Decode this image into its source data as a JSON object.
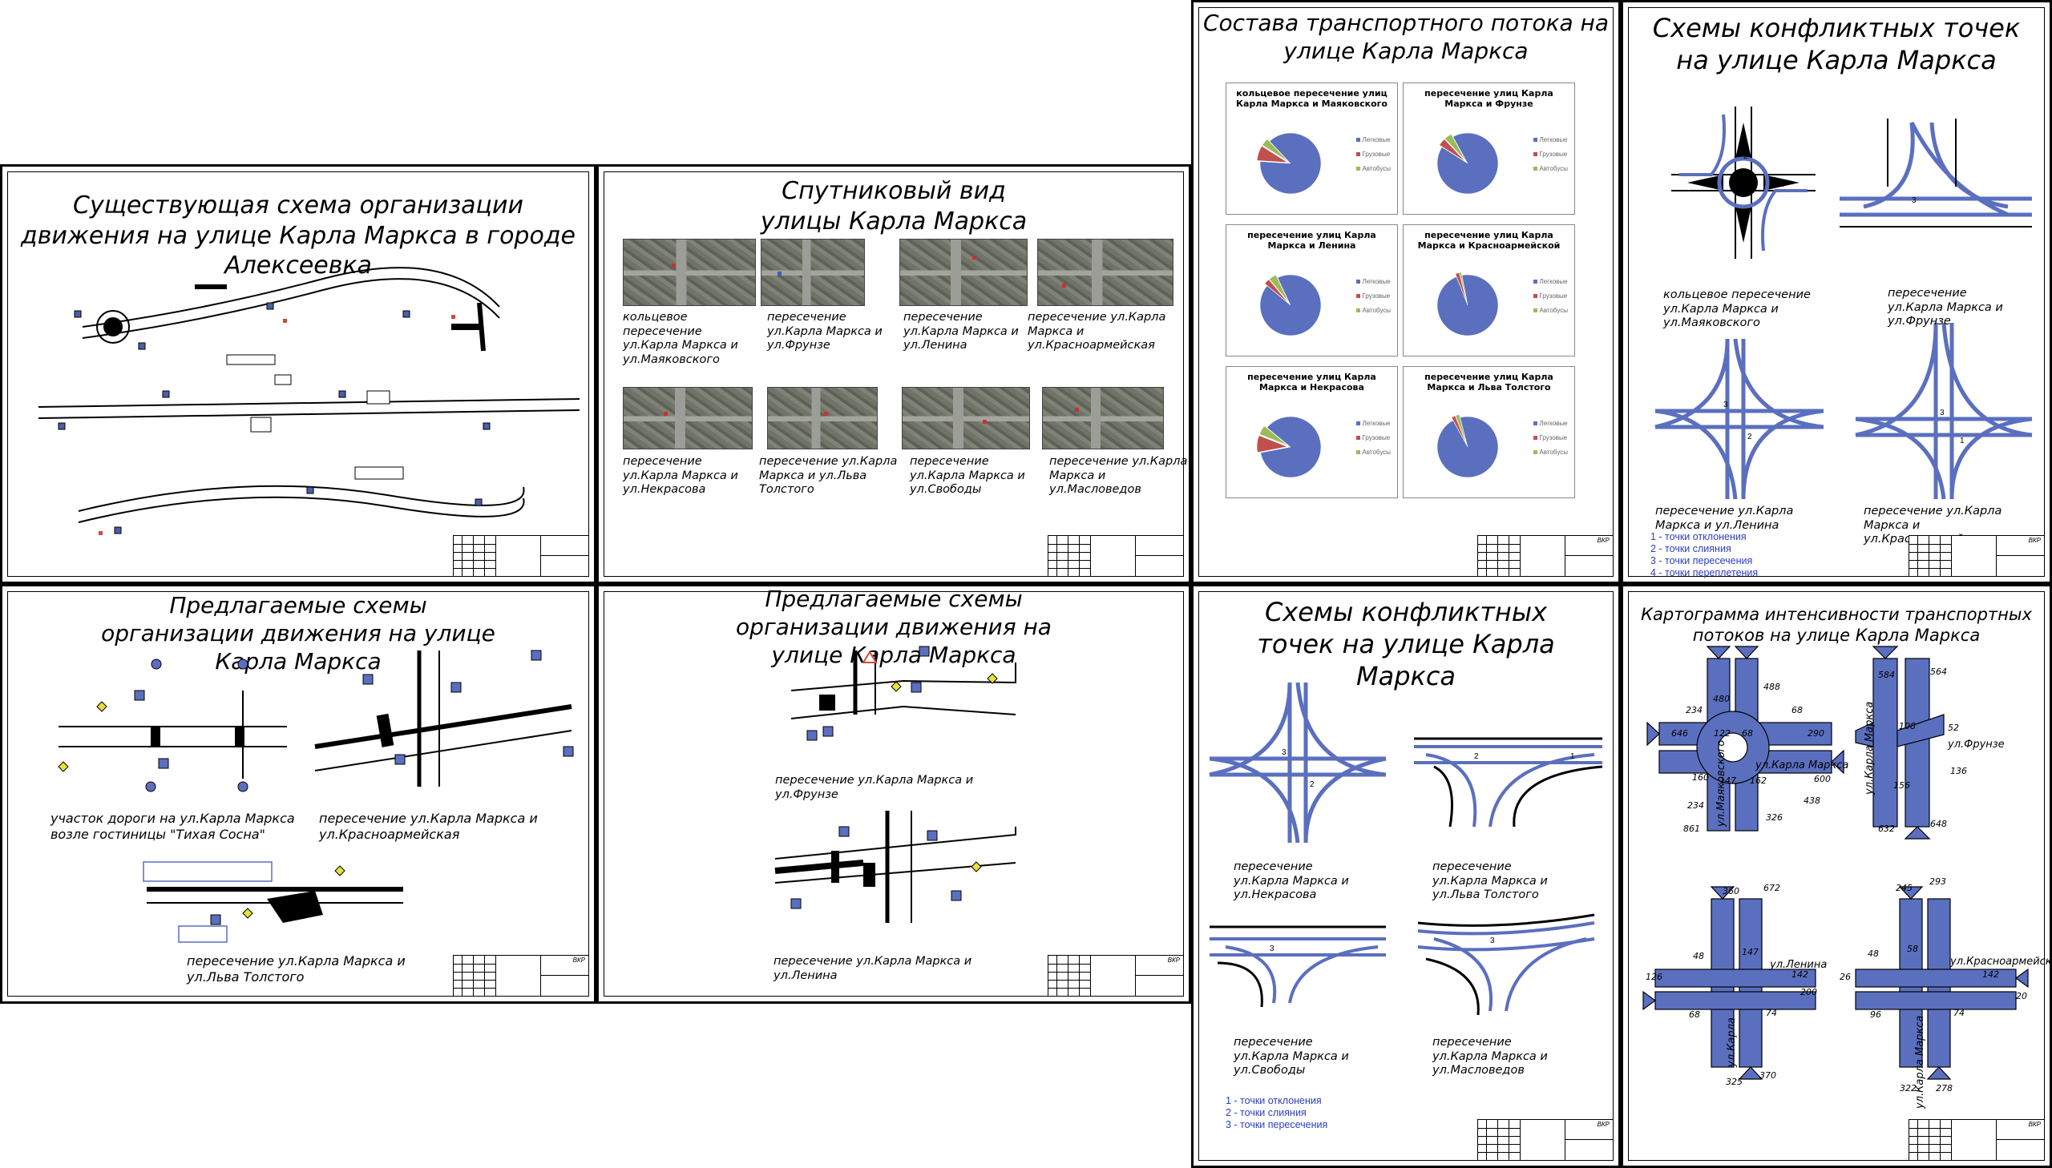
{
  "colors": {
    "flow": "#5b6fbf",
    "cars": "#5b6fbf",
    "trucks": "#c0504d",
    "buses": "#9bbb59"
  },
  "sheets": {
    "existing": {
      "title": "Существующая схема организации движения на улице Карла Маркса в городе Алексеевка",
      "stamp_code": ""
    },
    "satellite": {
      "title": "Спутниковый вид улицы Карла Маркса",
      "photos": [
        "кольцевое пересечение ул.Карла Маркса и ул.Маяковского",
        "пересечение ул.Карла Маркса и ул.Фрунзе",
        "пересечение ул.Карла Маркса и ул.Ленина",
        "пересечение ул.Карла Маркса и ул.Красноармейская",
        "пересечение ул.Карла Маркса и ул.Некрасова",
        "пересечение ул.Карла Маркса и ул.Льва Толстого",
        "пересечение ул.Карла Маркса и ул.Свободы",
        "пересечение ул.Карла Маркса и ул.Масловедов"
      ]
    },
    "composition": {
      "title": "Состава транспортного потока на улице Карла Маркса",
      "legend": [
        "Легковые",
        "Грузовые",
        "Автобусы"
      ],
      "stamp_code": "ВКР"
    },
    "conflict1": {
      "title": "Схемы конфликтных точек на улице Карла Маркса",
      "captions": [
        "кольцевое пересечение ул.Карла Маркса и ул.Маяковского",
        "пересечение ул.Карла Маркса и ул.Фрунзе",
        "пересечение ул.Карла Маркса и ул.Ленина",
        "пересечение ул.Карла Маркса и ул.Красноармейская"
      ],
      "legend": [
        "1 - точки отклонения",
        "2 - точки слияния",
        "3 - точки пересечения",
        "4 - точки переплетения"
      ],
      "stamp_code": "ВКР"
    },
    "proposed1": {
      "title": "Предлагаемые схемы организации движения на улице Карла Маркса",
      "captions": [
        "участок дороги на ул.Карла Маркса возле гостиницы \"Тихая Сосна\"",
        "пересечение ул.Карла Маркса и ул.Красноармейская",
        "пересечение ул.Карла Маркса и ул.Льва Толстого"
      ],
      "stamp_code": "ВКР"
    },
    "proposed2": {
      "title": "Предлагаемые схемы организации движения на улице Карла Маркса",
      "captions": [
        "пересечение ул.Карла Маркса и ул.Фрунзе",
        "пересечение ул.Карла Маркса и ул.Ленина"
      ],
      "stamp_code": "ВКР"
    },
    "conflict2": {
      "title": "Схемы конфликтных точек на улице Карла Маркса",
      "captions": [
        "пересечение ул.Карла Маркса и ул.Некрасова",
        "пересечение ул.Карла Маркса и ул.Льва Толстого",
        "пересечение ул.Карла Маркса и ул.Свободы",
        "пересечение ул.Карла Маркса и ул.Масловедов"
      ],
      "legend": [
        "1 - точки отклонения",
        "2 - точки слияния",
        "3 - точки пересечения"
      ],
      "stamp_code": "ВКР"
    },
    "cartogram": {
      "title": "Картограмма интенсивности транспортных потоков на улице Карла Маркса",
      "street_labels": [
        "ул.Карла Маркса",
        "ул.Маяковского",
        "ул.Карла Маркса",
        "ул.Фрунзе",
        "ул.Ленина",
        "ул.Карла",
        "ул.Красноармейская",
        "ул.Карла Маркса"
      ],
      "ring_flows": [
        "488",
        "68",
        "290",
        "600",
        "438",
        "326",
        "861",
        "234",
        "160",
        "646",
        "234",
        "480",
        "122",
        "68",
        "147",
        "162"
      ],
      "frunze_flows": [
        "584",
        "564",
        "52",
        "108",
        "156",
        "136",
        "632",
        "648"
      ],
      "lenina_flows": [
        "360",
        "672",
        "48",
        "147",
        "126",
        "68",
        "142",
        "200",
        "74",
        "325",
        "370"
      ],
      "krasno_flows": [
        "245",
        "293",
        "48",
        "58",
        "142",
        "26",
        "20",
        "96",
        "74",
        "322",
        "278"
      ],
      "stamp_code": "ВКР"
    }
  },
  "chart_data": {
    "type": "pie",
    "legend": [
      "Легковые",
      "Грузовые",
      "Автобусы"
    ],
    "charts": [
      {
        "title": "кольцевое пересечение улиц Карла Маркса и Маяковского",
        "values": [
          88,
          8,
          4
        ]
      },
      {
        "title": "пересечение улиц Карла Маркса и Фрунзе",
        "values": [
          92,
          4,
          4
        ]
      },
      {
        "title": "пересечение улиц Карла Маркса и Ленина",
        "values": [
          93,
          3,
          4
        ]
      },
      {
        "title": "пересечение улиц Карла Маркса и Красноармейской",
        "values": [
          97,
          2,
          1
        ]
      },
      {
        "title": "пересечение улиц Карла Маркса и Некрасова",
        "values": [
          86,
          9,
          5
        ]
      },
      {
        "title": "пересечение улиц Карла Маркса и Льва Толстого",
        "values": [
          96,
          2,
          2
        ]
      }
    ]
  }
}
